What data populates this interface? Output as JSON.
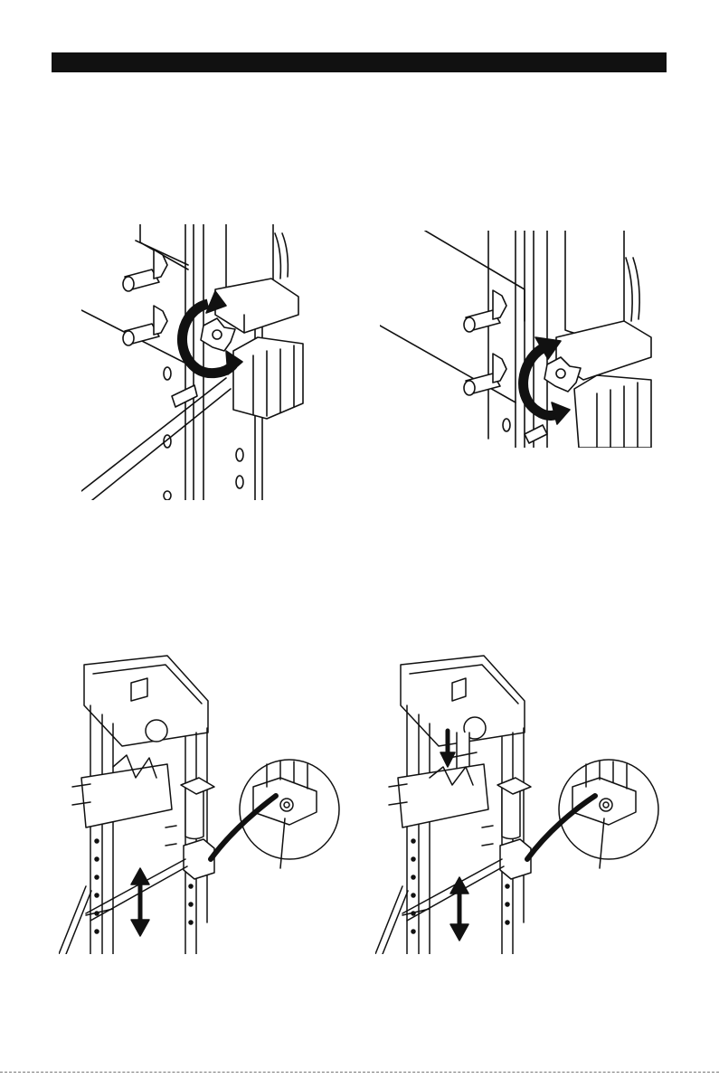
{
  "page": {
    "header_bar_color": "#111111",
    "figures": [
      {
        "id": "fig-1",
        "icon": "release-valve-counterclockwise-illustration"
      },
      {
        "id": "fig-2",
        "icon": "release-valve-clockwise-illustration"
      },
      {
        "id": "fig-3",
        "icon": "press-pumping-piston-up-illustration"
      },
      {
        "id": "fig-4",
        "icon": "press-pumping-piston-down-illustration"
      }
    ]
  }
}
